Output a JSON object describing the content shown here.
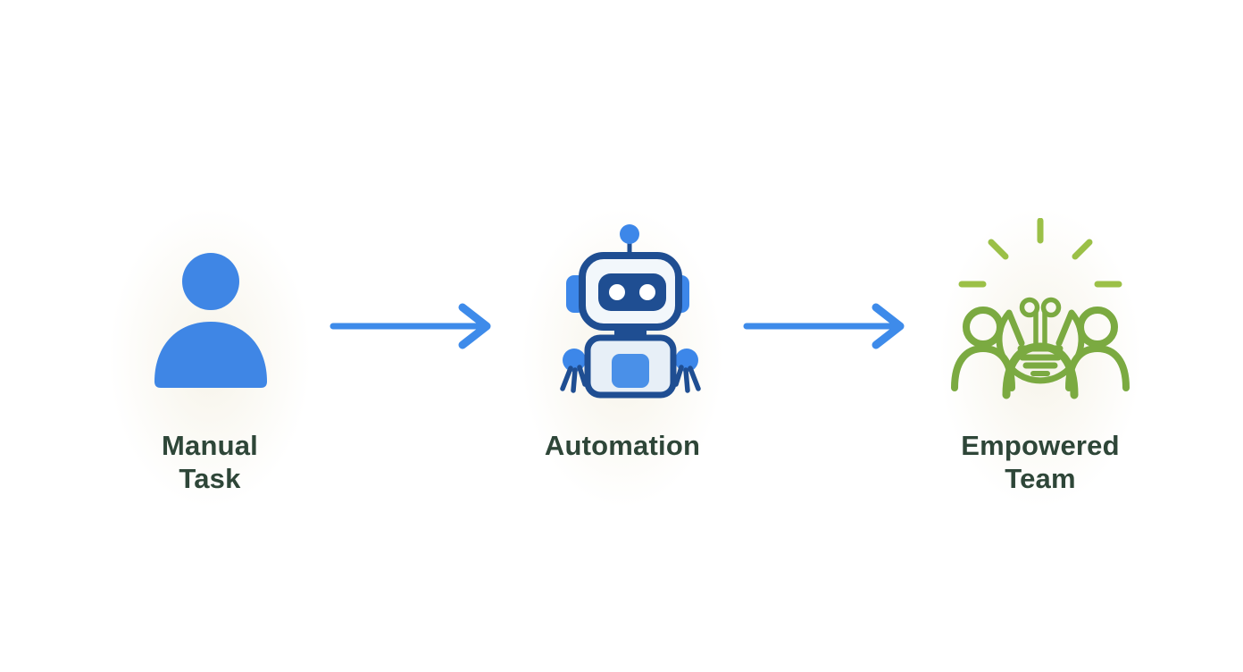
{
  "diagram": {
    "type": "flow",
    "direction": "left-to-right",
    "steps": [
      {
        "id": "manual-task",
        "label": "Manual Task",
        "label_lines": [
          "Manual",
          "Task"
        ],
        "icon": "person-icon"
      },
      {
        "id": "automation",
        "label": "Automation",
        "label_lines": [
          "Automation"
        ],
        "icon": "robot-icon"
      },
      {
        "id": "empowered-team",
        "label": "Empowered Team",
        "label_lines": [
          "Empowered",
          "Team"
        ],
        "icon": "team-lightbulb-icon"
      }
    ],
    "connectors": [
      {
        "from": "manual-task",
        "to": "automation",
        "style": "arrow-right"
      },
      {
        "from": "automation",
        "to": "empowered-team",
        "style": "arrow-right"
      }
    ],
    "colors": {
      "person_blue": "#3f86e5",
      "arrow_blue": "#3e8bea",
      "robot_blue": "#3d87e9",
      "robot_dark_blue": "#1f4e92",
      "robot_head_fill": "#f2f7fb",
      "robot_light_fill": "#e7eff7",
      "robot_chest_blue": "#4a90e8",
      "team_green": "#7baa41",
      "ray_green": "#9bc047",
      "label_color": "#2e4638",
      "background": "#ffffff"
    }
  }
}
